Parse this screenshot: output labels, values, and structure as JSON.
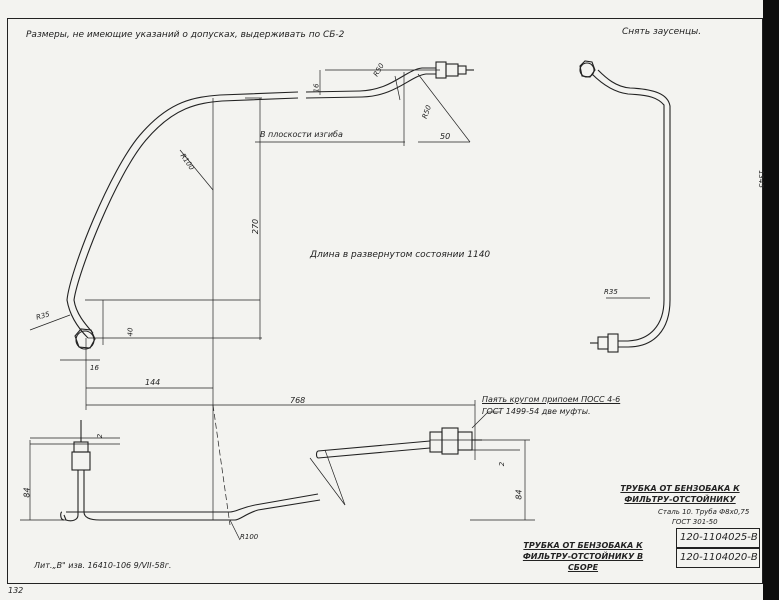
{
  "notes": {
    "top_left": "Размеры, не имеющие указаний о допусках, выдерживать по СБ-2",
    "top_right": "Снять заусенцы.",
    "bend_plane": "В плоскости изгиба",
    "developed_length": "Длина в развернутом состоянии 1140",
    "solder_line1": "Паять кругом припоем ПОСС 4-6",
    "solder_line2": "ГОСТ 1499-54  две муфты.",
    "lit": "Лит.„В\" изв. 16410-106 9/VII-58г.",
    "page_num": "132",
    "side_mark": "1345"
  },
  "dimensions": {
    "r50_top": "R50",
    "r50_mid": "R50",
    "d16_top": "16",
    "d50": "50",
    "r100_main": "R100",
    "d270": "270",
    "r35_left": "R35",
    "d40": "40",
    "d16_bottom": "16",
    "d144": "144",
    "d768": "768",
    "r35_right": "R35",
    "d2_left": "2",
    "d84_left": "84",
    "d2_right": "2",
    "d84_right": "84",
    "r100_bottom": "R100"
  },
  "title_block": {
    "part_name": "ТРУБКА ОТ БЕНЗОБАКА К ФИЛЬТРУ-ОТСТОЙНИКУ",
    "material_line1": "Сталь 10. Труба Ф8х0,75",
    "material_line2": "ГОСТ 301-50",
    "part_no_1": "120-1104025-В",
    "assembly_name": "ТРУБКА ОТ БЕНЗОБАКА К ФИЛЬТРУ-ОТСТОЙНИКУ В СБОРЕ",
    "part_no_2": "120-1104020-В"
  }
}
